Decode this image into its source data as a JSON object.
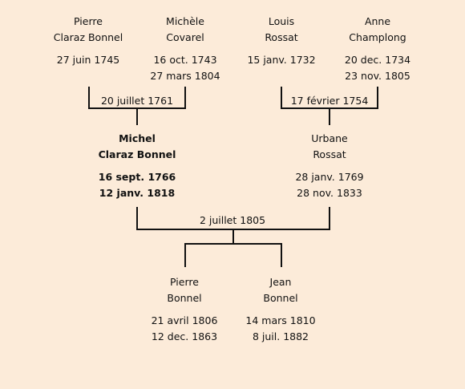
{
  "grandparents": {
    "pierre": {
      "first": "Pierre",
      "last": "Claraz Bonnel",
      "birth": "27 juin 1745",
      "death": ""
    },
    "michele": {
      "first": "Michèle",
      "last": "Covarel",
      "birth": "16 oct. 1743",
      "death": "27 mars 1804"
    },
    "louis": {
      "first": "Louis",
      "last": "Rossat",
      "birth": "15 janv. 1732",
      "death": ""
    },
    "anne": {
      "first": "Anne",
      "last": "Champlong",
      "birth": "20 dec. 1734",
      "death": "23 nov. 1805"
    }
  },
  "marriages": {
    "left": "20 juillet 1761",
    "right": "17 février 1754",
    "center": "2 juillet 1805"
  },
  "parents": {
    "michel": {
      "first": "Michel",
      "last": "Claraz Bonnel",
      "birth": "16 sept. 1766",
      "death": "12 janv. 1818"
    },
    "urbane": {
      "first": "Urbane",
      "last": "Rossat",
      "birth": "28 janv. 1769",
      "death": "28 nov. 1833"
    }
  },
  "children": {
    "pierre": {
      "first": "Pierre",
      "last": "Bonnel",
      "birth": "21 avril 1806",
      "death": "12 dec. 1863"
    },
    "jean": {
      "first": "Jean",
      "last": "Bonnel",
      "birth": "14 mars 1810",
      "death": "8 juil. 1882"
    }
  }
}
